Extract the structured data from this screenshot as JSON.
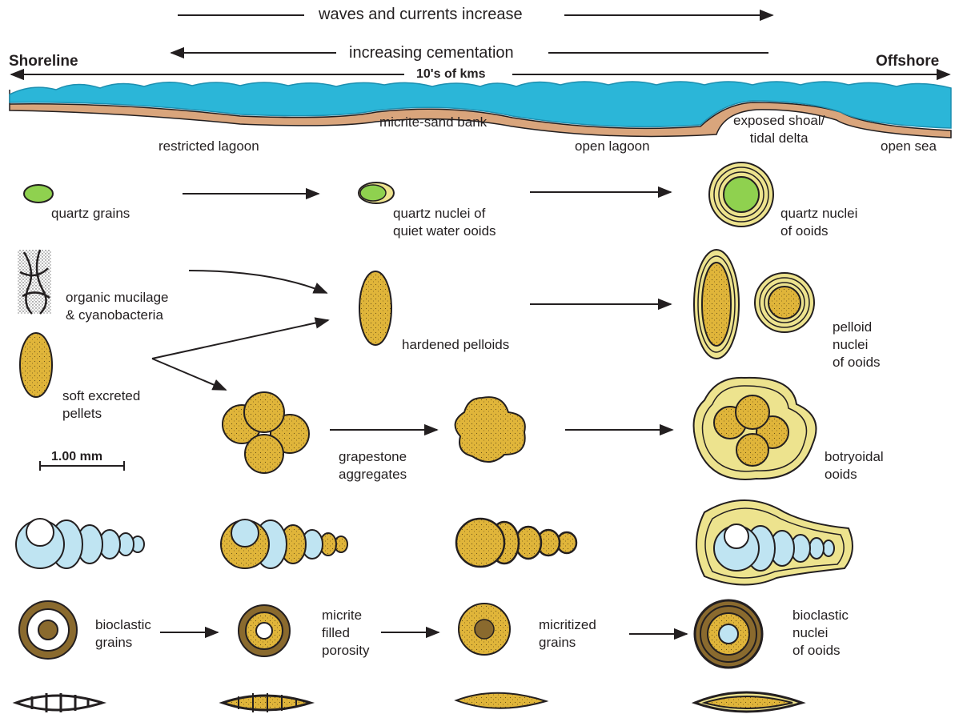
{
  "header": {
    "waves_label": "waves and currents increase",
    "cementation_label": "increasing cementation",
    "shoreline_label": "Shoreline",
    "offshore_label": "Offshore",
    "scale_label": "10's of  kms"
  },
  "environments": {
    "restricted_lagoon": "restricted lagoon",
    "micrite_sand_bank": "micrite-sand bank",
    "open_lagoon": "open lagoon",
    "exposed_shoal": "exposed shoal/\ntidal delta",
    "open_sea": "open sea"
  },
  "grains": {
    "quartz_grains": "quartz grains",
    "quartz_nuclei_quiet": "quartz nuclei of\nquiet water ooids",
    "quartz_nuclei_ooids": "quartz nuclei\nof ooids",
    "organic_mucilage": "organic mucilage\n& cyanobacteria",
    "soft_pellets": "soft excreted\npellets",
    "hardened_pelloids": "hardened pelloids",
    "pelloid_nuclei": "pelloid\nnuclei\nof ooids",
    "grapestone": "grapestone\naggregates",
    "botryoidal": "botryoidal\nooids",
    "scale_bar": "1.00 mm",
    "bioclastic_grains": "bioclastic\ngrains",
    "micrite_filled": "micrite\nfilled\nporosity",
    "micritized": "micritized\ngrains",
    "bioclastic_nuclei": "bioclastic\nnuclei\nof ooids"
  },
  "colors": {
    "water": "#2bb6d8",
    "water_dark": "#1d8fb0",
    "sediment": "#d9a57c",
    "quartz": "#8fd14f",
    "pellet": "#e0b53a",
    "oolite": "#ede38e",
    "shell": "#bfe4f2",
    "bioclast_brown": "#8a6a2e",
    "line": "#231f20"
  }
}
